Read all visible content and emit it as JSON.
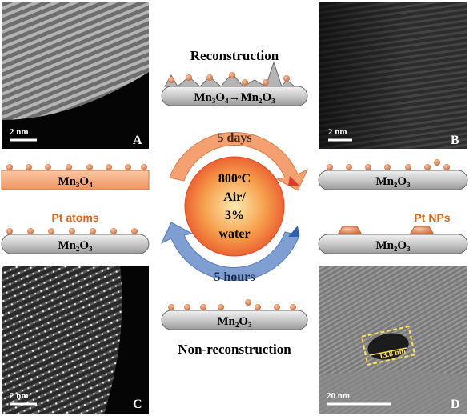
{
  "panels": {
    "A": {
      "letter": "A",
      "scalebar": "2 nm"
    },
    "B": {
      "letter": "B",
      "scalebar": "2 nm"
    },
    "C": {
      "letter": "C",
      "scalebar": "2 nm"
    },
    "D": {
      "letter": "D",
      "scalebar": "20 nm",
      "particle_size": "13.8 nm"
    }
  },
  "center": {
    "reconstruction_title": "Reconstruction",
    "top_transform": "Mn₃O₄→Mn₂O₃",
    "top_arrow_label": "5 days",
    "bottom_arrow_label": "5 hours",
    "circle_lines": [
      "800ᵒC",
      "Air/",
      "3%",
      "water"
    ],
    "bottom_support": "Mn₂O₃",
    "nonreconstruction_title": "Non-reconstruction"
  },
  "left": {
    "top_support": "Mn₃O₄",
    "pt_atoms_label": "Pt atoms",
    "bottom_support": "Mn₂O₃"
  },
  "right": {
    "top_support": "Mn₂O₃",
    "pt_nps_label": "Pt NPs",
    "bottom_support": "Mn₂O₃"
  },
  "colors": {
    "pt_particle": "#e0855a",
    "mn3o4_bar": "#f4a87c",
    "support_bar": "#cfcfcf",
    "arrow_orange": "#f5a070",
    "arrow_blue": "#7f9fd2",
    "orange_text": "#d36a1f",
    "circle_center": "#fde9b0",
    "circle_edge": "#e9542b",
    "dashed_box": "#ffe14a"
  }
}
